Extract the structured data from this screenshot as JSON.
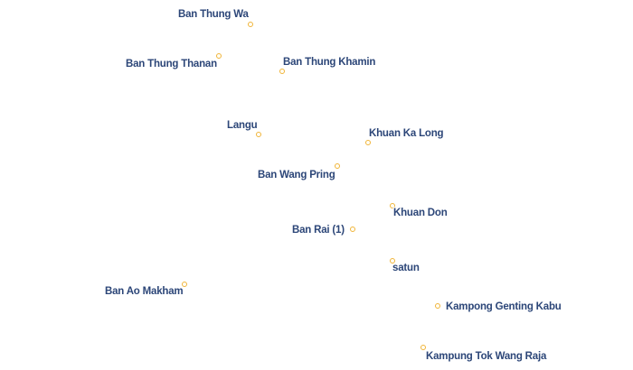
{
  "map": {
    "places": [
      {
        "id": "ban-thung-wa",
        "name": "Ban Thung Wa"
      },
      {
        "id": "ban-thung-thanan",
        "name": "Ban Thung Thanan"
      },
      {
        "id": "ban-thung-khamin",
        "name": "Ban Thung Khamin"
      },
      {
        "id": "langu",
        "name": "Langu"
      },
      {
        "id": "khuan-ka-long",
        "name": "Khuan Ka Long"
      },
      {
        "id": "ban-wang-pring",
        "name": "Ban Wang Pring"
      },
      {
        "id": "khuan-don",
        "name": "Khuan Don"
      },
      {
        "id": "ban-rai-1",
        "name": "Ban Rai (1)"
      },
      {
        "id": "satun",
        "name": "satun"
      },
      {
        "id": "ban-ao-makham",
        "name": "Ban Ao Makham"
      },
      {
        "id": "kampong-genting-kabu",
        "name": "Kampong Genting Kabu"
      },
      {
        "id": "kampung-tok-wang-raja",
        "name": "Kampung Tok Wang Raja"
      }
    ],
    "colors": {
      "label": "#2c4678",
      "label_halo": "#ffffff",
      "marker": "#f0b43a",
      "background": "#ffffff"
    }
  }
}
